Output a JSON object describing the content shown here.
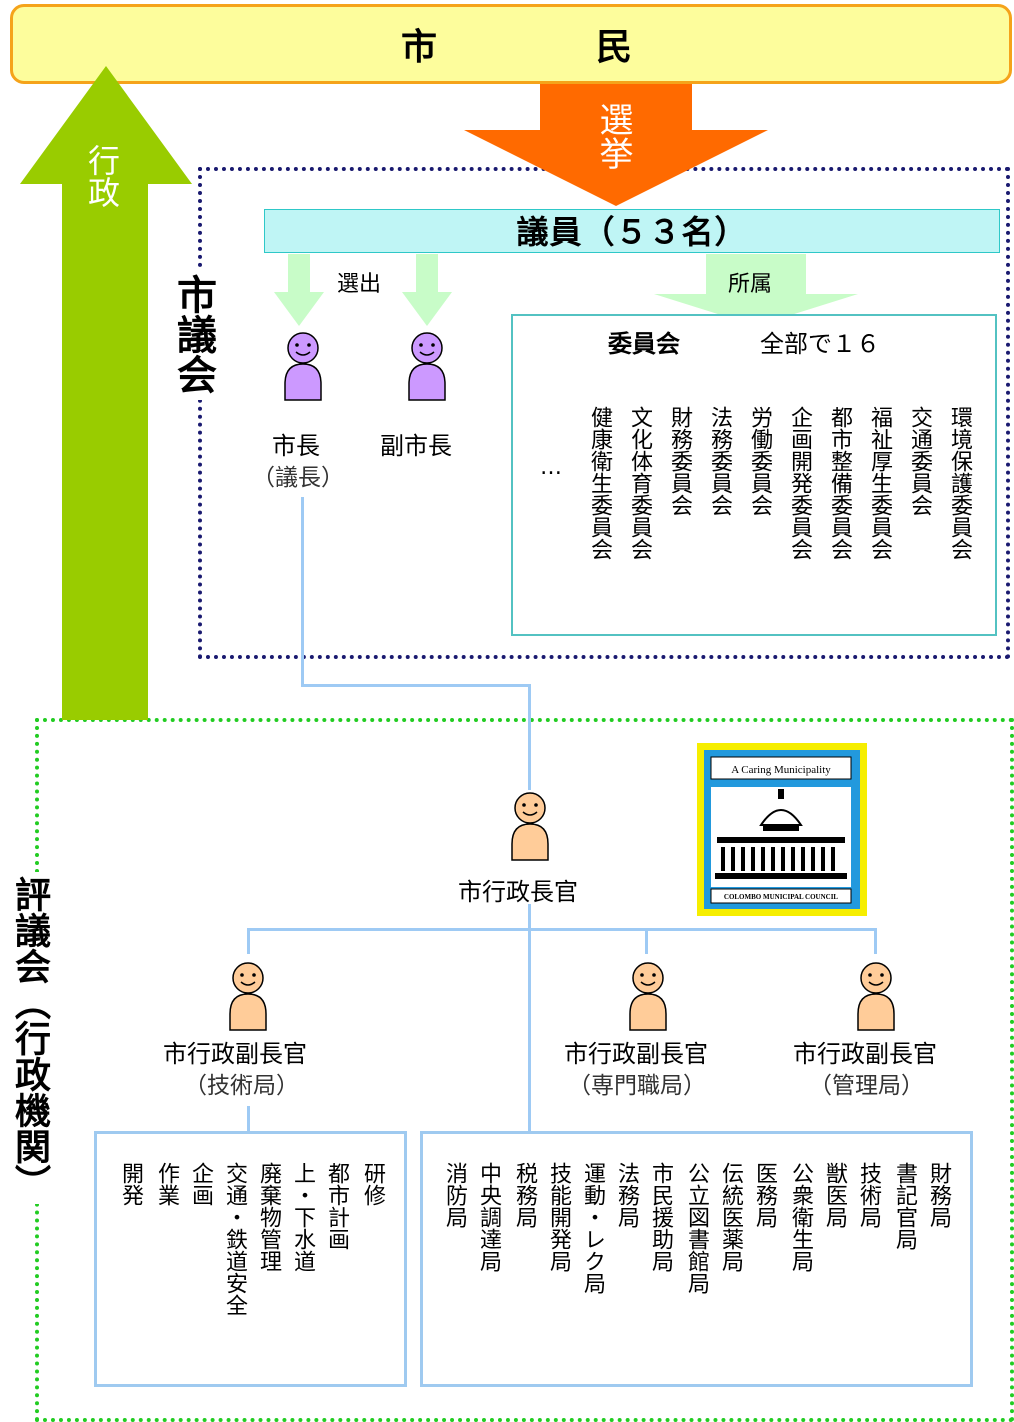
{
  "citizens": {
    "char1": "市",
    "char2": "民"
  },
  "election_arrow_label": "選挙",
  "administration_arrow_label": "行政",
  "council": {
    "label": "市議会",
    "members_label": "議員（５３名）",
    "elect_label": "選出",
    "belong_label": "所属",
    "mayor_label": "市長",
    "mayor_sub": "（議長）",
    "deputy_label": "副市長"
  },
  "committees": {
    "title": "委員会",
    "count_label": "全部で１６",
    "ellipsis": "…",
    "items": [
      "健康衛生委員会",
      "文化体育委員会",
      "財務委員会",
      "法務委員会",
      "労働委員会",
      "企画開発委員会",
      "都市整備委員会",
      "福祉厚生委員会",
      "交通委員会",
      "環境保護委員会"
    ]
  },
  "admin": {
    "label": "評議会（行政機関）",
    "commissioner_label": "市行政長官",
    "deputies": [
      {
        "label": "市行政副長官",
        "sub": "（技術局）"
      },
      {
        "label": "市行政副長官",
        "sub": "（専門職局）"
      },
      {
        "label": "市行政副長官",
        "sub": "（管理局）"
      }
    ],
    "tech_depts": [
      "開発",
      "作業",
      "企画",
      "交通・鉄道安全",
      "廃棄物管理",
      "上・下水道",
      "都市計画",
      "研修"
    ],
    "other_depts": [
      "消防局",
      "中央調達局",
      "税務局",
      "技能開発局",
      "運動・レク局",
      "法務局",
      "市民援助局",
      "公立図書館局",
      "伝統医薬局",
      "医務局",
      "公衆衛生局",
      "獣医局",
      "技術局",
      "書記官局",
      "財務局"
    ]
  },
  "logo": {
    "top_text": "A Caring Municipality",
    "bottom_text": "COLOMBO MUNICIPAL COUNCIL"
  },
  "colors": {
    "citizens_fill": "#fdfd9c",
    "citizens_border": "#f5a31a",
    "election_arrow": "#ff6a00",
    "admin_arrow": "#99cc00",
    "council_border": "#1a1a70",
    "admin_border": "#22cc22",
    "members_fill": "#bff5f5",
    "light_green_arrow": "#c8fcc8",
    "council_person": "#cc99ff",
    "admin_person": "#ffcc99",
    "connector": "#9ecaf4"
  }
}
